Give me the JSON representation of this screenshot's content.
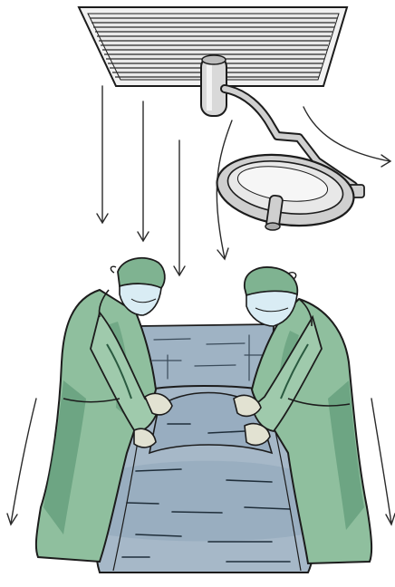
{
  "illustration": {
    "elements": [
      "ceiling-air-diffuser",
      "surgical-lamp",
      "airflow-arrows",
      "surgeon",
      "surgeon",
      "operating-table-with-drapes",
      "patient-drape"
    ]
  },
  "colors": {
    "gown": "#8fbf9e",
    "gown_shadow": "#5e9a77",
    "drape": "#9fb3c4",
    "drape_dark": "#7c93a8",
    "mask": "#cfe4ef",
    "glove": "#e2e2d2",
    "lamp": "#d8d8d8",
    "metal": "#b9bcbc",
    "outline": "#1c1c1c"
  }
}
